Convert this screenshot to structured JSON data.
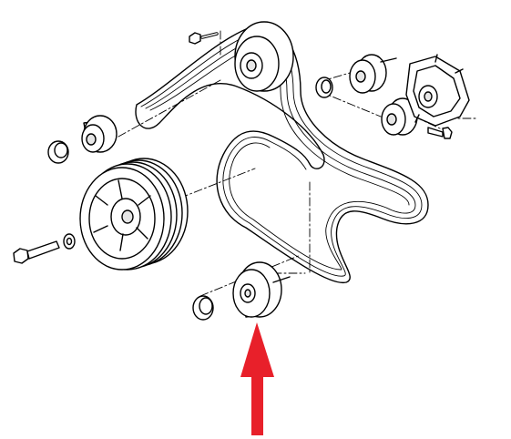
{
  "diagram": {
    "kind": "exploded-parts-drawing",
    "colors": {
      "line": "#000000",
      "fill": "#ffffff",
      "shade": "#e6e6e6",
      "arrow": "#e8202a"
    },
    "parts": [
      "serpentine-belt",
      "upper-idler-pulley",
      "upper-idler-bolt",
      "crankshaft-pulley",
      "crankshaft-bolt",
      "crankshaft-washer",
      "left-idler-pulley",
      "left-idler-cap",
      "lower-idler-pulley",
      "lower-idler-cap",
      "tensioner-assembly",
      "tensioner-pulley",
      "tensioner-spacer",
      "tensioner-bolt",
      "alternator-pulley",
      "alternator-cap"
    ],
    "highlight": {
      "target": "lower-idler-pulley",
      "indicator": "up-arrow-icon"
    }
  }
}
